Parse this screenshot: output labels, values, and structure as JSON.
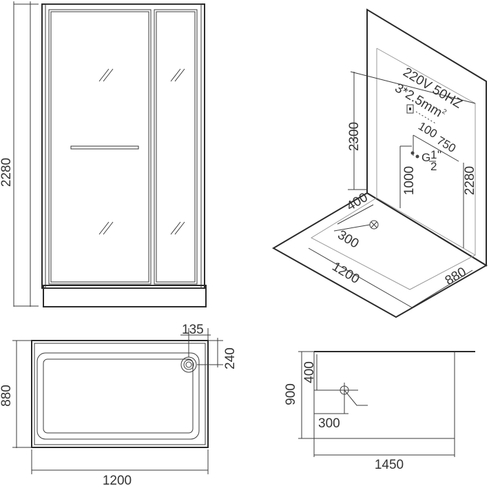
{
  "front_view": {
    "height_label": "2280"
  },
  "tray_plan": {
    "width_label": "1200",
    "depth_label": "880",
    "drain_x_label": "135",
    "drain_y_label": "240"
  },
  "perspective": {
    "power_label": "220V 50HZ",
    "cable_label": "3*2.5mm",
    "cable_exp": "2",
    "wall_height_label": "2300",
    "outlet_offset_label": "100",
    "outlet_spacing_label": "750",
    "pipe_label_g": "G",
    "pipe_num": "1",
    "pipe_den": "2",
    "pipe_inch": "\"",
    "outlet_height_label": "1000",
    "cabin_height_label": "2280",
    "drain_wall_label": "400",
    "drain_side_label": "300",
    "floor_width_label": "1200",
    "floor_depth_label": "880"
  },
  "side_view": {
    "height_label": "900",
    "drain_height_label": "400",
    "drain_offset_label": "300",
    "length_label": "1450"
  }
}
